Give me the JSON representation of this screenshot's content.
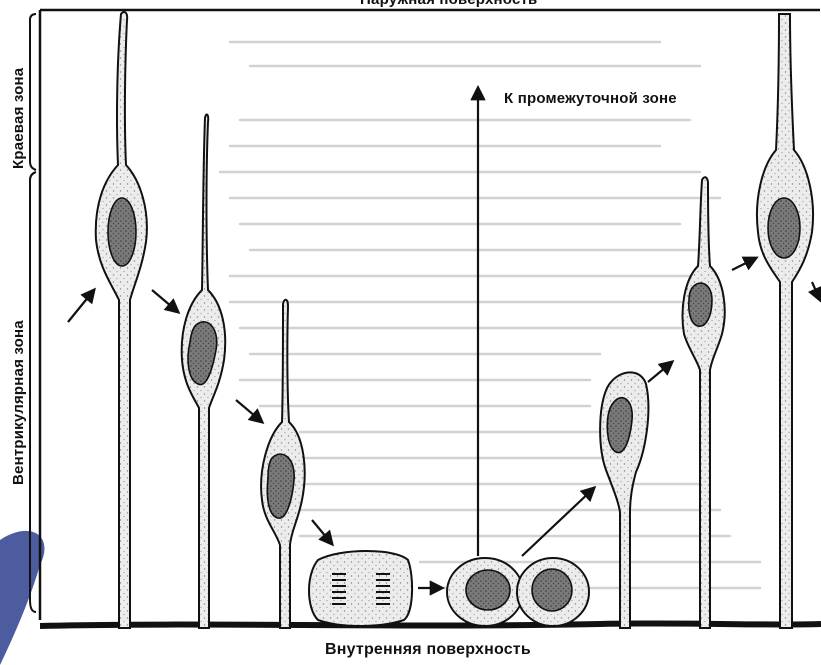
{
  "labels": {
    "outer_surface": "Наружная поверхность",
    "inner_surface": "Внутренняя поверхность",
    "to_intermediate_zone": "К промежуточной зоне"
  },
  "zones": {
    "marginal": "Краевая зона",
    "ventricular": "Вентрикулярная зона"
  },
  "colors": {
    "ink": "#111111",
    "cell_fill": "#e9e9e9",
    "nucleus_fill": "#6d6d6d",
    "background_text": "#c6c6c6",
    "stain": "#2e3f8e"
  }
}
